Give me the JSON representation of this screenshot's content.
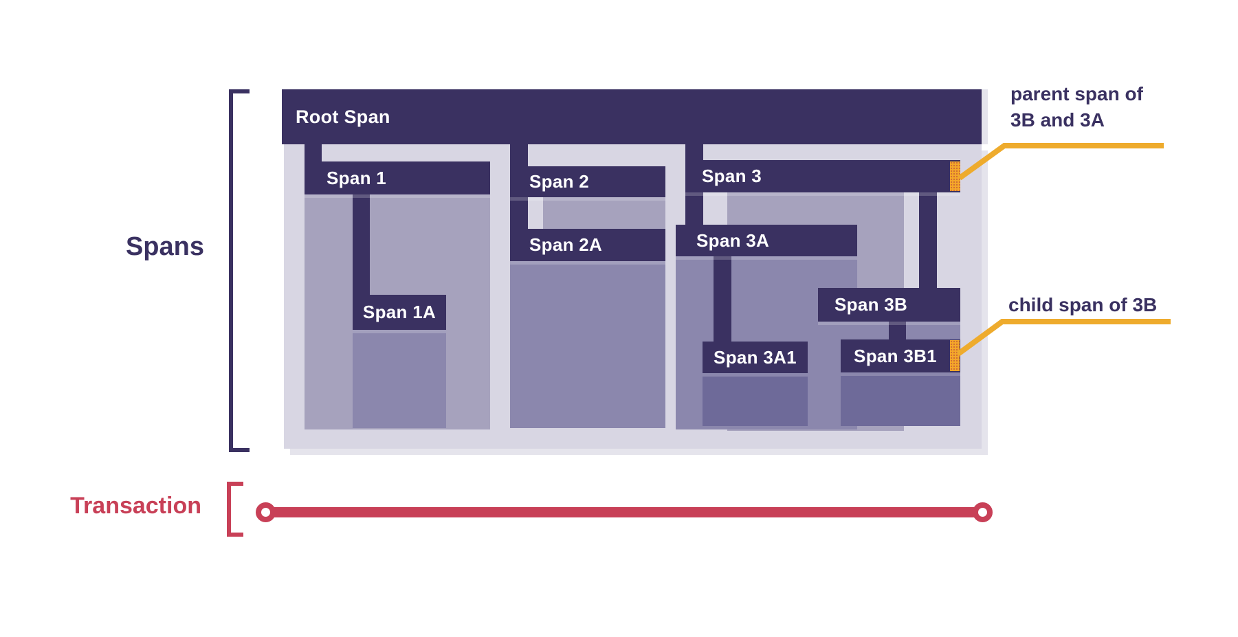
{
  "colors": {
    "dark": "#3a3161",
    "lavender": "#d8d6e3",
    "body_l1": "#a6a2bd",
    "body_l2": "#8b87ad",
    "body_l3": "#6e6a99",
    "red": "#c84057",
    "yellow": "#eeab2d",
    "marker_orange": "#f4a72a",
    "marker_dot": "#d06f35"
  },
  "side_labels": {
    "spans": "Spans",
    "transaction": "Transaction"
  },
  "annotations": {
    "parent": {
      "line1": "parent span of",
      "line2": "3B and 3A"
    },
    "child": {
      "text": "child span of 3B"
    }
  },
  "spans": [
    {
      "id": "root-span",
      "label": "Root Span",
      "parent": null,
      "level": 0,
      "cls": "root",
      "bar": [
        410,
        130,
        1018,
        80
      ],
      "pad": 20,
      "conn": null,
      "body": null,
      "marker": null
    },
    {
      "id": "span-1",
      "label": "Span 1",
      "parent": "root-span",
      "level": 1,
      "conn": [
        443,
        210,
        25,
        27
      ],
      "bar": [
        443,
        235,
        270,
        48
      ],
      "body": [
        443,
        283,
        270,
        342
      ],
      "pad": 32,
      "marker": null
    },
    {
      "id": "span-1a",
      "label": "Span 1A",
      "parent": "span-1",
      "level": 2,
      "conn": [
        513,
        283,
        25,
        148
      ],
      "bar": [
        513,
        429,
        136,
        51
      ],
      "body": [
        513,
        480,
        136,
        143
      ],
      "align": "center",
      "marker": null
    },
    {
      "id": "span-2",
      "label": "Span 2",
      "parent": "root-span",
      "level": 1,
      "conn": [
        742,
        210,
        26,
        125
      ],
      "bar": [
        742,
        242,
        226,
        45
      ],
      "body": [
        790,
        287,
        178,
        48
      ],
      "pad": 28,
      "marker": null
    },
    {
      "id": "span-2a",
      "label": "Span 2A",
      "parent": "span-2",
      "level": 2,
      "conn": null,
      "bar": [
        742,
        333,
        226,
        47
      ],
      "body": [
        742,
        380,
        226,
        243
      ],
      "pad": 28,
      "marker": null
    },
    {
      "id": "span-3",
      "label": "Span 3",
      "parent": "root-span",
      "level": 1,
      "conn": [
        997,
        210,
        26,
        118
      ],
      "bar": [
        997,
        233,
        400,
        47
      ],
      "body": [
        1058,
        280,
        257,
        347
      ],
      "pad": 24,
      "marker": [
        1382,
        235,
        15,
        43
      ]
    },
    {
      "id": "span-3a",
      "label": "Span 3A",
      "parent": "span-3",
      "level": 2,
      "conn": null,
      "bar": [
        983,
        327,
        264,
        46
      ],
      "body": [
        983,
        373,
        264,
        252
      ],
      "pad": 30,
      "marker": null
    },
    {
      "id": "span-3a1",
      "label": "Span 3A1",
      "parent": "span-3a",
      "level": 3,
      "conn": [
        1038,
        373,
        26,
        124
      ],
      "bar": [
        1022,
        497,
        153,
        46
      ],
      "body": [
        1022,
        543,
        153,
        77
      ],
      "align": "center",
      "marker": null
    },
    {
      "id": "span-3b",
      "label": "Span 3B",
      "parent": "span-3",
      "level": 2,
      "conn": [
        1337,
        280,
        26,
        139
      ],
      "bar": [
        1190,
        419,
        207,
        49
      ],
      "body": [
        1190,
        468,
        207,
        152
      ],
      "pad": 24,
      "marker": null
    },
    {
      "id": "span-3b1",
      "label": "Span 3B1",
      "parent": "span-3b",
      "level": 3,
      "conn": [
        1293,
        468,
        25,
        26
      ],
      "bar": [
        1223,
        494,
        174,
        48
      ],
      "body": [
        1223,
        542,
        174,
        78
      ],
      "align": "center",
      "marker": [
        1382,
        495,
        14,
        45
      ]
    }
  ]
}
